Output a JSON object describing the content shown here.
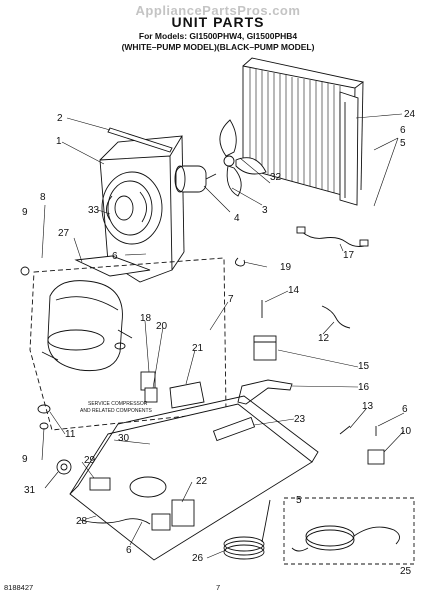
{
  "header": {
    "watermark": "AppliancePartsPros.com",
    "title": "UNIT PARTS",
    "models_line": "For Models: GI1500PHW4, GI1500PHB4",
    "variant_line": "(WHITE–PUMP MODEL)(BLACK–PUMP MODEL)"
  },
  "labels": {
    "service_compressor": "SERVICE COMPRESSOR",
    "service_compressor_2": "AND RELATED COMPONENTS"
  },
  "callouts": [
    {
      "id": "c2",
      "text": "2"
    },
    {
      "id": "c1",
      "text": "1"
    },
    {
      "id": "c24",
      "text": "24"
    },
    {
      "id": "c6a",
      "text": "6"
    },
    {
      "id": "c5top",
      "text": "5"
    },
    {
      "id": "c32",
      "text": "32"
    },
    {
      "id": "c8",
      "text": "8"
    },
    {
      "id": "c9a",
      "text": "9"
    },
    {
      "id": "c33",
      "text": "33"
    },
    {
      "id": "c4",
      "text": "4"
    },
    {
      "id": "c3",
      "text": "3"
    },
    {
      "id": "c27",
      "text": "27"
    },
    {
      "id": "c6b",
      "text": "6"
    },
    {
      "id": "c19",
      "text": "19"
    },
    {
      "id": "c17",
      "text": "17"
    },
    {
      "id": "c7",
      "text": "7"
    },
    {
      "id": "c14",
      "text": "14"
    },
    {
      "id": "c12",
      "text": "12"
    },
    {
      "id": "c18",
      "text": "18"
    },
    {
      "id": "c20",
      "text": "20"
    },
    {
      "id": "c21",
      "text": "21"
    },
    {
      "id": "c15",
      "text": "15"
    },
    {
      "id": "c16",
      "text": "16"
    },
    {
      "id": "c11",
      "text": "11"
    },
    {
      "id": "c23",
      "text": "23"
    },
    {
      "id": "c13",
      "text": "13"
    },
    {
      "id": "c6c",
      "text": "6"
    },
    {
      "id": "c10",
      "text": "10"
    },
    {
      "id": "c9b",
      "text": "9"
    },
    {
      "id": "c30",
      "text": "30"
    },
    {
      "id": "c29",
      "text": "29"
    },
    {
      "id": "c31",
      "text": "31"
    },
    {
      "id": "c22",
      "text": "22"
    },
    {
      "id": "c5b",
      "text": "5"
    },
    {
      "id": "c28",
      "text": "28"
    },
    {
      "id": "c6d",
      "text": "6"
    },
    {
      "id": "c26",
      "text": "26"
    },
    {
      "id": "c25",
      "text": "25"
    }
  ],
  "footer": {
    "doc_number": "8188427",
    "page_number": "7"
  }
}
